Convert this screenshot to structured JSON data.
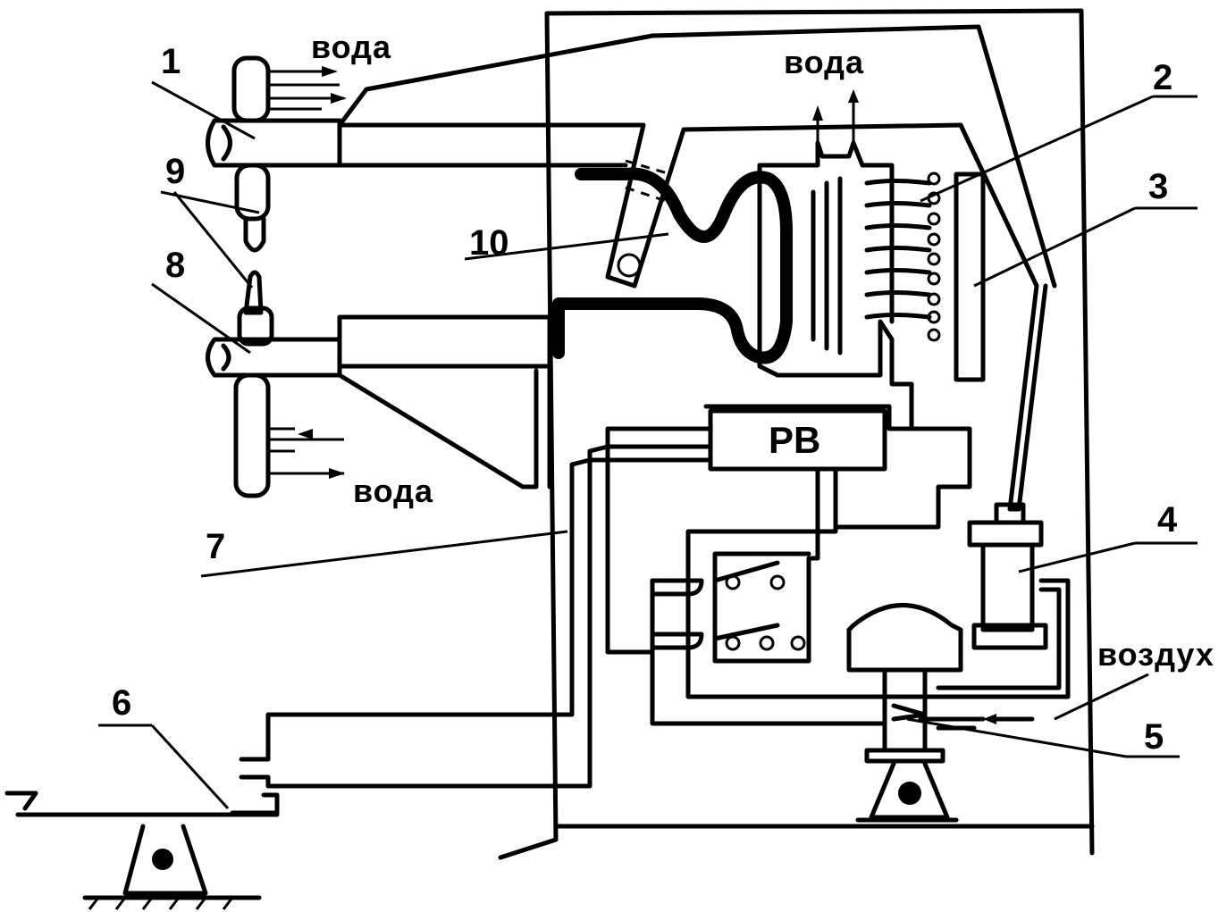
{
  "labels": {
    "n1": "1",
    "n2": "2",
    "n3": "3",
    "n4": "4",
    "n5": "5",
    "n6": "6",
    "n7": "7",
    "n8": "8",
    "n9": "9",
    "n10": "10"
  },
  "text": {
    "water_top_left": "вода",
    "water_top": "вода",
    "water_bottom": "вода",
    "air": "воздух",
    "relay": "РВ"
  },
  "colors": {
    "ink": "#000000",
    "paper": "#ffffff"
  }
}
